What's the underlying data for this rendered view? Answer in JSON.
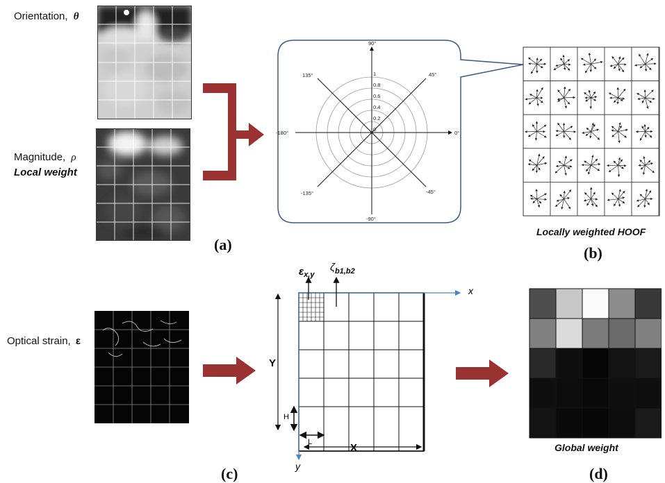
{
  "labels": {
    "orientation": "Orientation,",
    "orientation_symbol": "θ",
    "magnitude": "Magnitude,",
    "magnitude_symbol": "ρ",
    "local_weight": "Local weight",
    "optical_strain": "Optical strain,",
    "optical_strain_symbol": "ε",
    "hoof_caption": "Locally weighted HOOF",
    "global_weight": "Global weight"
  },
  "panels": {
    "a": "(a)",
    "b": "(b)",
    "c": "(c)",
    "d": "(d)"
  },
  "polar": {
    "angles": [
      "90°",
      "45°",
      "0°",
      "-45°",
      "-90°",
      "-135°",
      "-180°",
      "135°"
    ],
    "radii": [
      "1",
      "0.8",
      "0.6",
      "0.4",
      "0.2",
      "0"
    ]
  },
  "grid_c": {
    "eps": "ε",
    "eps_sub": "x,y",
    "zeta": "ζ",
    "zeta_sub": "b1,b2",
    "x_axis": "x",
    "y_axis": "y",
    "X": "X",
    "Y": "Y",
    "H": "H",
    "L": "L"
  },
  "global_weight_levels": [
    [
      0.3,
      0.78,
      0.98,
      0.55,
      0.22
    ],
    [
      0.5,
      0.86,
      0.48,
      0.42,
      0.5
    ],
    [
      0.16,
      0.06,
      0.02,
      0.08,
      0.1
    ],
    [
      0.06,
      0.05,
      0.04,
      0.06,
      0.06
    ],
    [
      0.08,
      0.04,
      0.03,
      0.05,
      0.1
    ]
  ],
  "colors": {
    "arrow": "#9b3232",
    "axis_blue": "#4a86c8",
    "bubble": "#3a5a8c"
  }
}
